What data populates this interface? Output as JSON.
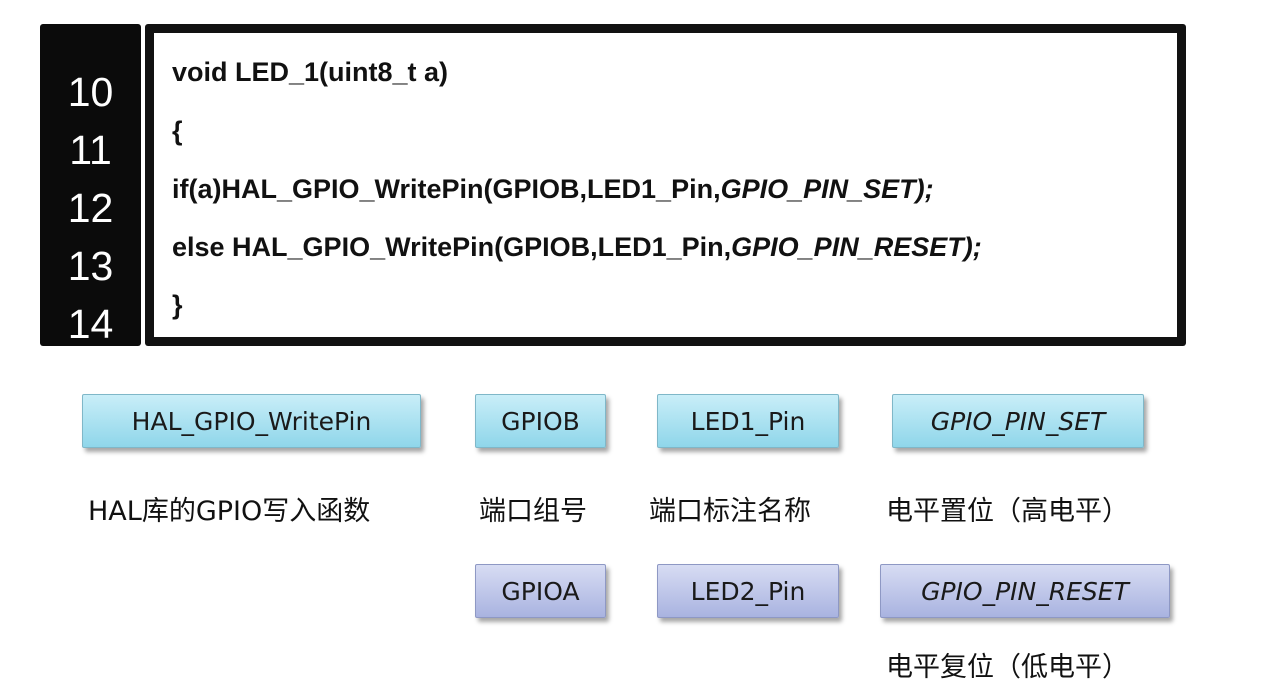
{
  "code": {
    "line_numbers": [
      "10",
      "11",
      "12",
      "13",
      "14"
    ],
    "line10": "void LED_1(uint8_t a)",
    "line11": "{",
    "line12_prefix": "if(a)HAL_GPIO_WritePin(GPIOB,LED1_Pin,",
    "line12_italic": "GPIO_PIN_SET);",
    "line13_prefix": "else HAL_GPIO_WritePin(GPIOB,LED1_Pin,",
    "line13_italic": "GPIO_PIN_RESET);",
    "line14": "}"
  },
  "tags": {
    "writepin": "HAL_GPIO_WritePin",
    "gpiob": "GPIOB",
    "led1_pin": "LED1_Pin",
    "pin_set": "GPIO_PIN_SET",
    "gpioa": "GPIOA",
    "led2_pin": "LED2_Pin",
    "pin_reset": "GPIO_PIN_RESET"
  },
  "captions": {
    "writepin": "HAL库的GPIO写入函数",
    "port": "端口组号",
    "pin_name": "端口标注名称",
    "set": "电平置位（高电平）",
    "reset": "电平复位（低电平）"
  },
  "colors": {
    "tag_row1": "#a9e0ef",
    "tag_row2": "#b7bfe6",
    "gutter": "#0b0b0b"
  }
}
